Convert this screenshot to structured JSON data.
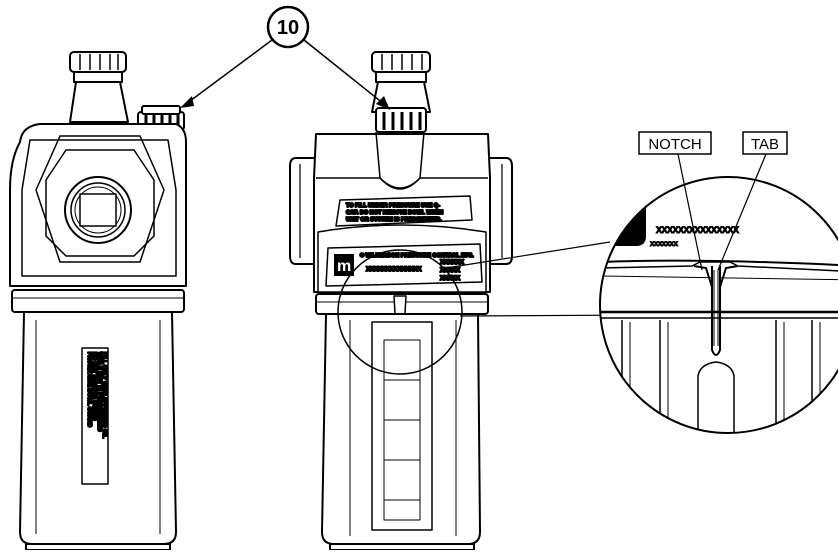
{
  "callout": {
    "number": "10"
  },
  "labels": {
    "notch": "NOTCH",
    "tab": "TAB"
  },
  "decal": {
    "warning_line1": "TO FILL UNDER PRESSURE USE Q-",
    "warning_line2": "CAP. DO NOT REMOVE BOWL WHEN",
    "warning_line3": "UNIT OR SYSTEM IS PRESSURIZED.",
    "brand_mark": "m",
    "company_line": "© WILKERSON PRESSURE CONTROL ETC.",
    "code_long": "XXXXXXXXXXXXXX",
    "code_short_a": "XXXXXX",
    "code_short_b": "XXXXX",
    "code_short_c": "XXXXX",
    "detail_code_long": "XXXXXXXXXXXXXXX",
    "detail_code_short": "XXXXXXX"
  },
  "bowl_label": {
    "line1": "PROTECTIVE BOWL GUARD",
    "line2": "DO NOT REMOVE GUARD",
    "line3": "WHILE UNIT IS PRESSURIZED",
    "line4": "FILL ONLY WITH APPROVED OIL"
  }
}
